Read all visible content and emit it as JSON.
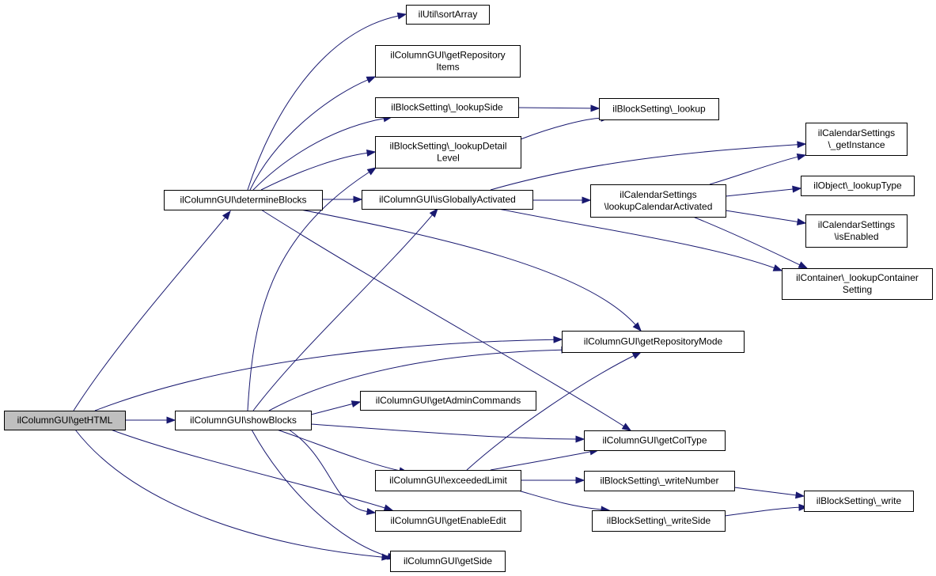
{
  "colors": {
    "node_fill": "#ffffff",
    "root_fill": "#bfbfbf",
    "border": "#000000",
    "edge": "#191970"
  },
  "nodes": [
    {
      "id": "getHTML",
      "lines": [
        "ilColumnGUI\\getHTML"
      ],
      "root": true
    },
    {
      "id": "determineBlocks",
      "lines": [
        "ilColumnGUI\\determineBlocks"
      ]
    },
    {
      "id": "showBlocks",
      "lines": [
        "ilColumnGUI\\showBlocks"
      ]
    },
    {
      "id": "sortArray",
      "lines": [
        "ilUtil\\sortArray"
      ]
    },
    {
      "id": "getRepositoryItems",
      "lines": [
        "ilColumnGUI\\getRepository",
        "Items"
      ]
    },
    {
      "id": "lookupSide",
      "lines": [
        "ilBlockSetting\\_lookupSide"
      ]
    },
    {
      "id": "lookupDetailLevel",
      "lines": [
        "ilBlockSetting\\_lookupDetail",
        "Level"
      ]
    },
    {
      "id": "isGloballyActivated",
      "lines": [
        "ilColumnGUI\\isGloballyActivated"
      ]
    },
    {
      "id": "lookup",
      "lines": [
        "ilBlockSetting\\_lookup"
      ]
    },
    {
      "id": "lookupCalendarActivated",
      "lines": [
        "ilCalendarSettings",
        "\\lookupCalendarActivated"
      ]
    },
    {
      "id": "getInstance",
      "lines": [
        "ilCalendarSettings",
        "\\_getInstance"
      ]
    },
    {
      "id": "lookupType",
      "lines": [
        "ilObject\\_lookupType"
      ]
    },
    {
      "id": "isEnabled",
      "lines": [
        "ilCalendarSettings",
        "\\isEnabled"
      ]
    },
    {
      "id": "lookupContainerSetting",
      "lines": [
        "ilContainer\\_lookupContainer",
        "Setting"
      ]
    },
    {
      "id": "getRepositoryMode",
      "lines": [
        "ilColumnGUI\\getRepositoryMode"
      ]
    },
    {
      "id": "getAdminCommands",
      "lines": [
        "ilColumnGUI\\getAdminCommands"
      ]
    },
    {
      "id": "getColType",
      "lines": [
        "ilColumnGUI\\getColType"
      ]
    },
    {
      "id": "exceededLimit",
      "lines": [
        "ilColumnGUI\\exceededLimit"
      ]
    },
    {
      "id": "writeNumber",
      "lines": [
        "ilBlockSetting\\_writeNumber"
      ]
    },
    {
      "id": "write",
      "lines": [
        "ilBlockSetting\\_write"
      ]
    },
    {
      "id": "writeSide",
      "lines": [
        "ilBlockSetting\\_writeSide"
      ]
    },
    {
      "id": "getEnableEdit",
      "lines": [
        "ilColumnGUI\\getEnableEdit"
      ]
    },
    {
      "id": "getSide",
      "lines": [
        "ilColumnGUI\\getSide"
      ]
    }
  ],
  "edges": [
    {
      "from": "getHTML",
      "to": "determineBlocks"
    },
    {
      "from": "getHTML",
      "to": "getRepositoryMode"
    },
    {
      "from": "getHTML",
      "to": "showBlocks"
    },
    {
      "from": "getHTML",
      "to": "getEnableEdit"
    },
    {
      "from": "getHTML",
      "to": "getSide"
    },
    {
      "from": "determineBlocks",
      "to": "sortArray"
    },
    {
      "from": "determineBlocks",
      "to": "getRepositoryItems"
    },
    {
      "from": "determineBlocks",
      "to": "lookupSide"
    },
    {
      "from": "determineBlocks",
      "to": "lookupDetailLevel"
    },
    {
      "from": "determineBlocks",
      "to": "isGloballyActivated"
    },
    {
      "from": "determineBlocks",
      "to": "getRepositoryMode"
    },
    {
      "from": "determineBlocks",
      "to": "getColType"
    },
    {
      "from": "showBlocks",
      "to": "lookupDetailLevel"
    },
    {
      "from": "showBlocks",
      "to": "isGloballyActivated"
    },
    {
      "from": "showBlocks",
      "to": "getRepositoryMode"
    },
    {
      "from": "showBlocks",
      "to": "getAdminCommands"
    },
    {
      "from": "showBlocks",
      "to": "getColType"
    },
    {
      "from": "showBlocks",
      "to": "exceededLimit"
    },
    {
      "from": "showBlocks",
      "to": "getEnableEdit"
    },
    {
      "from": "showBlocks",
      "to": "getSide"
    },
    {
      "from": "lookupSide",
      "to": "lookup"
    },
    {
      "from": "lookupDetailLevel",
      "to": "lookup"
    },
    {
      "from": "isGloballyActivated",
      "to": "getInstance"
    },
    {
      "from": "isGloballyActivated",
      "to": "lookupCalendarActivated"
    },
    {
      "from": "isGloballyActivated",
      "to": "lookupContainerSetting"
    },
    {
      "from": "lookupCalendarActivated",
      "to": "getInstance"
    },
    {
      "from": "lookupCalendarActivated",
      "to": "lookupType"
    },
    {
      "from": "lookupCalendarActivated",
      "to": "isEnabled"
    },
    {
      "from": "lookupCalendarActivated",
      "to": "lookupContainerSetting"
    },
    {
      "from": "exceededLimit",
      "to": "getRepositoryMode"
    },
    {
      "from": "exceededLimit",
      "to": "getColType"
    },
    {
      "from": "exceededLimit",
      "to": "writeNumber"
    },
    {
      "from": "exceededLimit",
      "to": "writeSide"
    },
    {
      "from": "writeNumber",
      "to": "write"
    },
    {
      "from": "writeSide",
      "to": "write"
    }
  ]
}
